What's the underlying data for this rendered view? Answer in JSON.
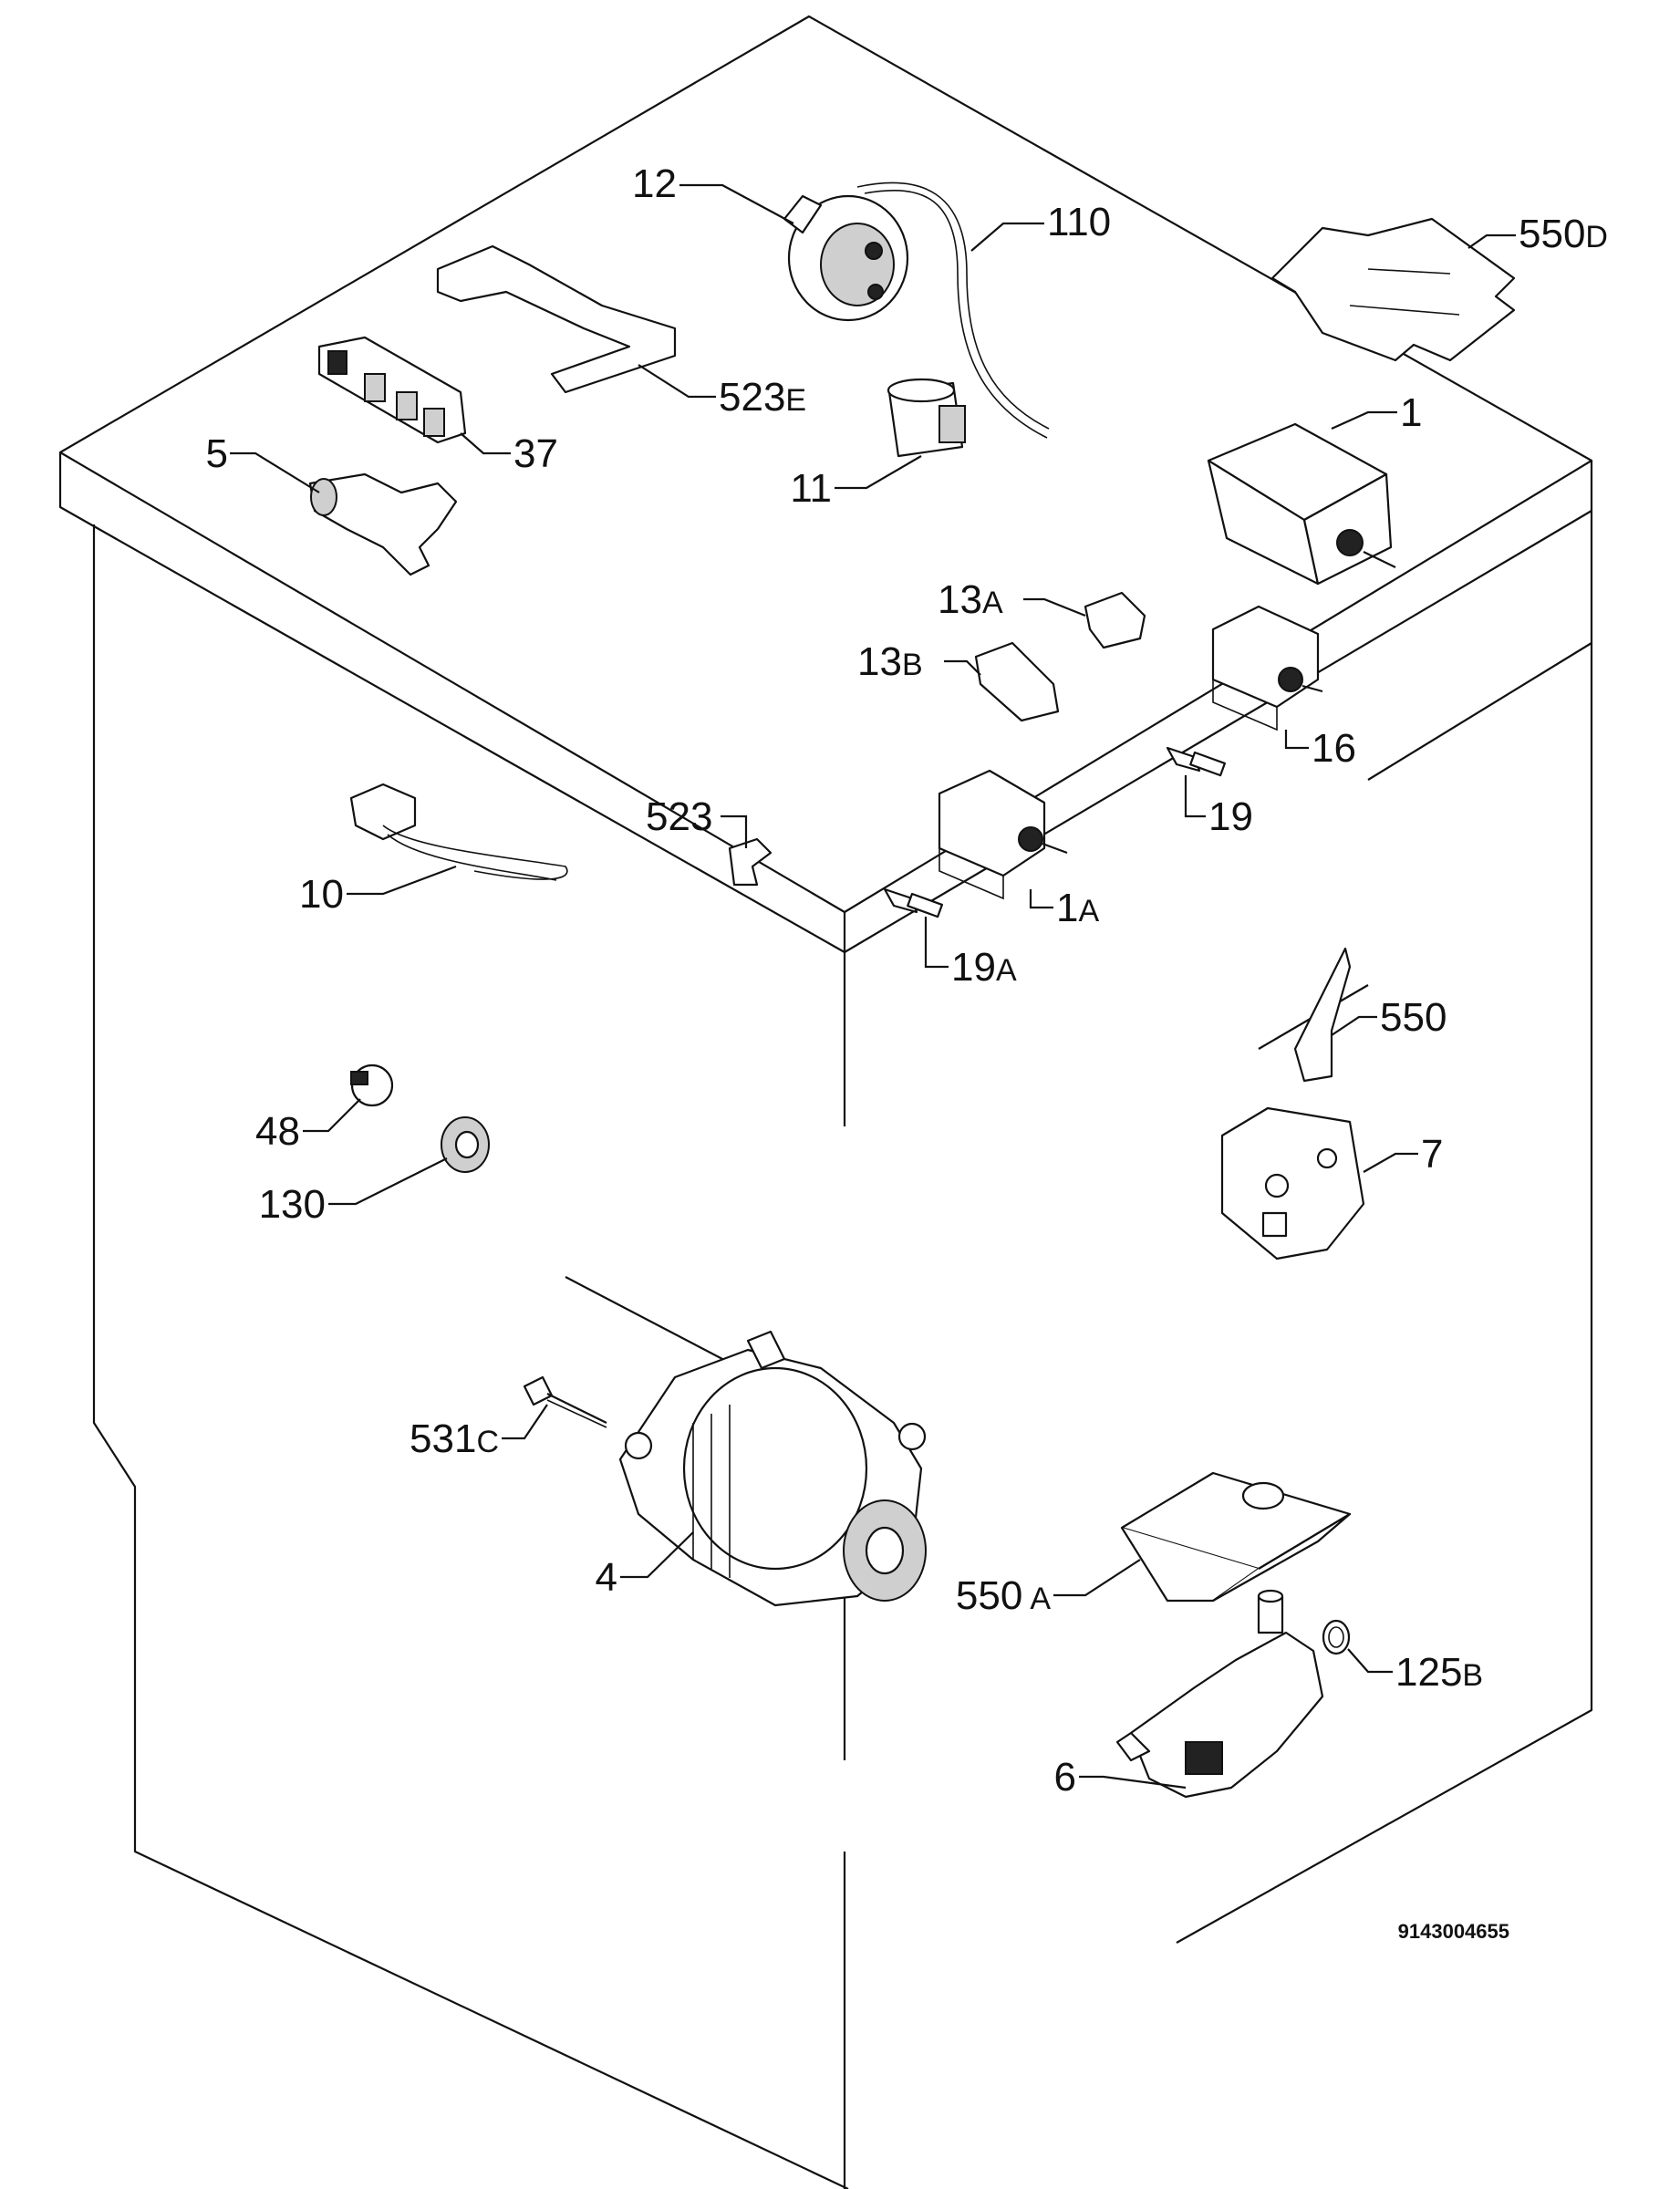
{
  "diagram": {
    "labels": [
      {
        "id": "12",
        "text": "12",
        "suffix": ""
      },
      {
        "id": "110",
        "text": "110",
        "suffix": ""
      },
      {
        "id": "550D",
        "text": "550",
        "suffix": "D"
      },
      {
        "id": "523E",
        "text": "523",
        "suffix": "E"
      },
      {
        "id": "37",
        "text": "37",
        "suffix": ""
      },
      {
        "id": "5",
        "text": "5",
        "suffix": ""
      },
      {
        "id": "11",
        "text": "11",
        "suffix": ""
      },
      {
        "id": "1",
        "text": "1",
        "suffix": ""
      },
      {
        "id": "13A",
        "text": "13",
        "suffix": "A"
      },
      {
        "id": "13B",
        "text": "13",
        "suffix": "B"
      },
      {
        "id": "16",
        "text": "16",
        "suffix": ""
      },
      {
        "id": "523",
        "text": "523",
        "suffix": ""
      },
      {
        "id": "19",
        "text": "19",
        "suffix": ""
      },
      {
        "id": "10",
        "text": "10",
        "suffix": ""
      },
      {
        "id": "1A",
        "text": "1",
        "suffix": "A"
      },
      {
        "id": "19A",
        "text": "19",
        "suffix": "A"
      },
      {
        "id": "550",
        "text": "550",
        "suffix": ""
      },
      {
        "id": "48",
        "text": "48",
        "suffix": ""
      },
      {
        "id": "7",
        "text": "7",
        "suffix": ""
      },
      {
        "id": "130",
        "text": "130",
        "suffix": ""
      },
      {
        "id": "531C",
        "text": "531",
        "suffix": "C"
      },
      {
        "id": "4",
        "text": "4",
        "suffix": ""
      },
      {
        "id": "550A",
        "text": "550",
        "suffix": "A"
      },
      {
        "id": "125B",
        "text": "125",
        "suffix": "B"
      },
      {
        "id": "6",
        "text": "6",
        "suffix": ""
      }
    ],
    "document_number": "9143004655"
  }
}
